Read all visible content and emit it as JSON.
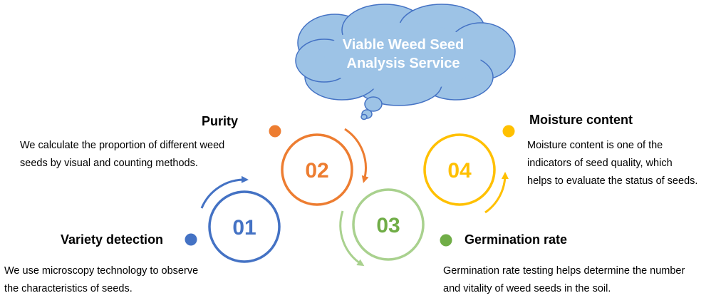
{
  "title_cloud": {
    "line1": "Viable Weed Seed",
    "line2": "Analysis Service",
    "fill": "#9DC3E6",
    "stroke": "#4472C4"
  },
  "steps": [
    {
      "number": "01",
      "heading": "Variety detection",
      "description_line1": "We use microscopy technology to observe",
      "description_line2": "the characteristics of seeds.",
      "color": "#4472C4"
    },
    {
      "number": "02",
      "heading": "Purity",
      "description_line1": "We calculate the proportion of different weed",
      "description_line2": "seeds by visual and counting methods.",
      "color": "#ED7D31"
    },
    {
      "number": "03",
      "heading": "Germination rate",
      "description_line1": "Germination rate testing helps determine the number",
      "description_line2": "and vitality of weed seeds in the soil.",
      "color": "#70AD47",
      "light_color": "#A9D18E"
    },
    {
      "number": "04",
      "heading": "Moisture content",
      "description_line1": "Moisture content is one of the",
      "description_line2": "indicators of seed quality, which",
      "description_line3": "helps to evaluate the status of seeds.",
      "color": "#FFC000"
    }
  ]
}
